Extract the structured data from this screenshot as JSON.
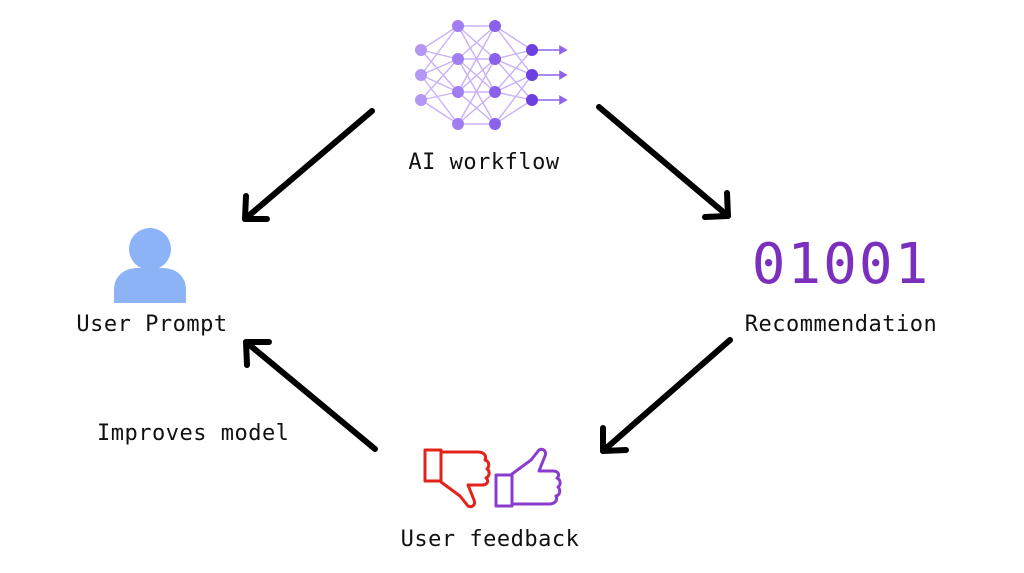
{
  "nodes": {
    "ai_workflow": {
      "label": "AI workflow",
      "icon": "neural-network-icon"
    },
    "user_prompt": {
      "label": "User Prompt",
      "icon": "user-icon"
    },
    "recommendation": {
      "label": "Recommendation",
      "value": "01001"
    },
    "user_feedback": {
      "label": "User feedback",
      "icons": [
        "thumbs-down-icon",
        "thumbs-up-icon"
      ]
    }
  },
  "edges": [
    {
      "from": "ai_workflow",
      "to": "user_prompt",
      "label": ""
    },
    {
      "from": "ai_workflow",
      "to": "recommendation",
      "label": ""
    },
    {
      "from": "recommendation",
      "to": "user_feedback",
      "label": ""
    },
    {
      "from": "user_feedback",
      "to": "user_prompt",
      "label": "Improves model"
    }
  ],
  "colors": {
    "network_light": "#b497f3",
    "network_dark": "#6b3fe0",
    "user_icon": "#8cb3f5",
    "binary": "#7b2fbd",
    "thumbs_down": "#e2231a",
    "thumbs_up": "#8a3ccf",
    "arrow": "#000000"
  }
}
